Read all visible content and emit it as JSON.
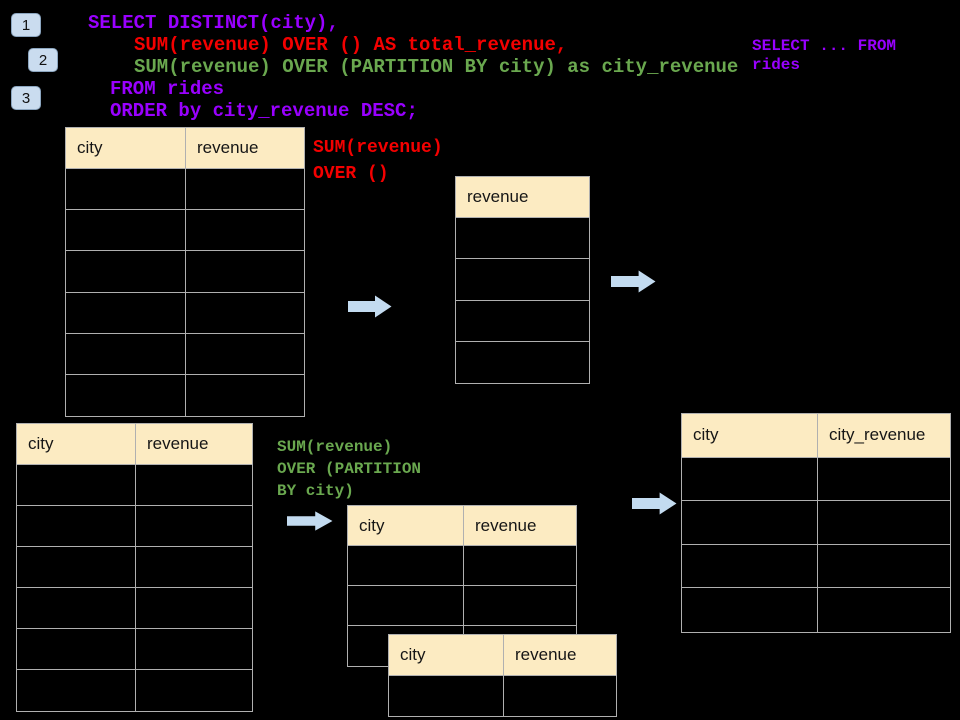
{
  "colors": {
    "bg": "#000000",
    "purple": "#9900FF",
    "red": "#F40000",
    "green": "#6AA84F",
    "header_bg": "#FCEBC2",
    "border": "#B0B0B0",
    "arrow": "#C3DBF0",
    "badge_bg": "#CADCEF",
    "badge_border": "#8CA6C0"
  },
  "steps": [
    {
      "label": "1"
    },
    {
      "label": "2"
    },
    {
      "label": "3"
    }
  ],
  "sql": {
    "lines": [
      {
        "text": "SELECT DISTINCT(city),",
        "color": "purple"
      },
      {
        "text": "SUM(revenue) OVER () AS total_revenue,",
        "color": "red"
      },
      {
        "text": "SUM(revenue) OVER (PARTITION BY city) as city_revenue",
        "color": "green"
      },
      {
        "text": "FROM rides",
        "color": "purple"
      },
      {
        "text": "ORDER by city_revenue DESC;",
        "color": "purple"
      }
    ]
  },
  "side_note": {
    "lines": [
      "SELECT ... FROM",
      "rides"
    ],
    "color": "purple"
  },
  "annotations": {
    "total_revenue_note": {
      "lines": [
        "SUM(revenue)",
        "OVER ()"
      ],
      "color": "red"
    },
    "partition_note": {
      "lines": [
        "SUM(revenue)",
        "OVER (PARTITION",
        "BY city)"
      ],
      "color": "green"
    }
  },
  "tables": {
    "t1": {
      "name": "source-rides-table-top",
      "headers": [
        "city",
        "revenue"
      ],
      "body_rows": 6
    },
    "t2": {
      "name": "total-revenue-result-table",
      "headers": [
        "revenue"
      ],
      "body_rows": 4
    },
    "t3": {
      "name": "source-rides-table-bottom",
      "headers": [
        "city",
        "revenue"
      ],
      "body_rows": 6
    },
    "t4": {
      "name": "partition-table-back",
      "headers": [
        "city",
        "revenue"
      ],
      "body_rows": 3
    },
    "t5": {
      "name": "partition-table-front",
      "headers": [
        "city",
        "revenue"
      ],
      "body_rows": 1
    },
    "t6": {
      "name": "city-revenue-result-table",
      "headers": [
        "city",
        "city_revenue"
      ],
      "body_rows": 4
    }
  }
}
